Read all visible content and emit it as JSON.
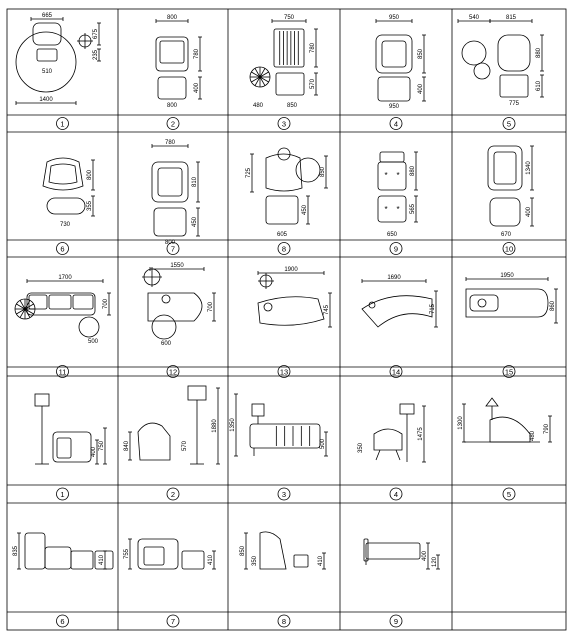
{
  "sheet": {
    "rows": [
      {
        "group": "plan",
        "cells": [
          {
            "num": "1",
            "dims": [
              "665",
              "675",
              "235",
              "510",
              "1400"
            ]
          },
          {
            "num": "2",
            "dims": [
              "800",
              "780",
              "400",
              "800"
            ]
          },
          {
            "num": "3",
            "dims": [
              "750",
              "780",
              "570",
              "480",
              "850"
            ]
          },
          {
            "num": "4",
            "dims": [
              "950",
              "850",
              "400",
              "950"
            ]
          },
          {
            "num": "5",
            "dims": [
              "540",
              "815",
              "880",
              "610",
              "775"
            ]
          }
        ]
      },
      {
        "group": "plan",
        "cells": [
          {
            "num": "6",
            "dims": [
              "800",
              "355",
              "730"
            ]
          },
          {
            "num": "7",
            "dims": [
              "780",
              "810",
              "450",
              "800"
            ]
          },
          {
            "num": "8",
            "dims": [
              "725",
              "850",
              "450",
              "605"
            ]
          },
          {
            "num": "9",
            "dims": [
              "880",
              "565",
              "650"
            ]
          },
          {
            "num": "10",
            "dims": [
              "1340",
              "400",
              "670"
            ]
          }
        ]
      },
      {
        "group": "plan",
        "cells": [
          {
            "num": "11",
            "dims": [
              "1700",
              "700",
              "500"
            ]
          },
          {
            "num": "12",
            "dims": [
              "1550",
              "700",
              "600"
            ]
          },
          {
            "num": "13",
            "dims": [
              "1900",
              "745"
            ]
          },
          {
            "num": "14",
            "dims": [
              "1690",
              "715"
            ]
          },
          {
            "num": "15",
            "dims": [
              "1950",
              "860"
            ]
          }
        ]
      },
      {
        "group": "elevation",
        "cells": [
          {
            "num": "1",
            "dims": [
              "400",
              "750"
            ]
          },
          {
            "num": "2",
            "dims": [
              "840",
              "1880",
              "570"
            ]
          },
          {
            "num": "3",
            "dims": [
              "1350",
              "500"
            ]
          },
          {
            "num": "4",
            "dims": [
              "350",
              "1475"
            ]
          },
          {
            "num": "5",
            "dims": [
              "1300",
              "480",
              "790"
            ]
          }
        ]
      },
      {
        "group": "elevation",
        "cells": [
          {
            "num": "6",
            "dims": [
              "835",
              "410"
            ]
          },
          {
            "num": "7",
            "dims": [
              "755",
              "410"
            ]
          },
          {
            "num": "8",
            "dims": [
              "850",
              "350",
              "410"
            ]
          },
          {
            "num": "9",
            "dims": [
              "400",
              "120"
            ]
          }
        ]
      }
    ]
  }
}
